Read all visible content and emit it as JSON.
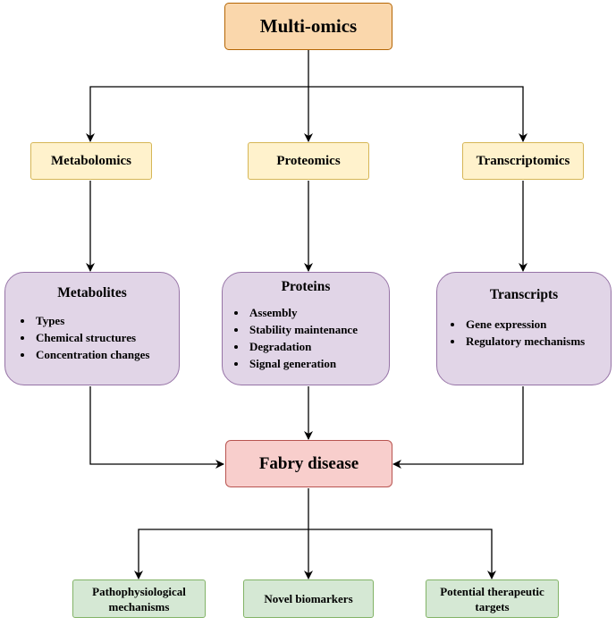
{
  "diagram": {
    "root": "Multi-omics",
    "omics": [
      "Metabolomics",
      "Proteomics",
      "Transcriptomics"
    ],
    "details": [
      {
        "title": "Metabolites",
        "items": [
          "Types",
          "Chemical structures",
          "Concentration changes"
        ]
      },
      {
        "title": "Proteins",
        "items": [
          "Assembly",
          "Stability maintenance",
          "Degradation",
          "Signal generation"
        ]
      },
      {
        "title": "Transcripts",
        "items": [
          "Gene expression",
          "Regulatory mechanisms"
        ]
      }
    ],
    "disease": "Fabry disease",
    "outcomes": [
      {
        "line1": "Pathophysiological",
        "line2": "mechanisms"
      },
      {
        "line1": "Novel biomarkers",
        "line2": ""
      },
      {
        "line1": "Potential therapeutic",
        "line2": "targets"
      }
    ]
  },
  "colors": {
    "root_fill": "#fad7ac",
    "omics_fill": "#fff2cc",
    "detail_fill": "#e1d5e7",
    "disease_fill": "#f8cecc",
    "outcome_fill": "#d5e8d4"
  }
}
